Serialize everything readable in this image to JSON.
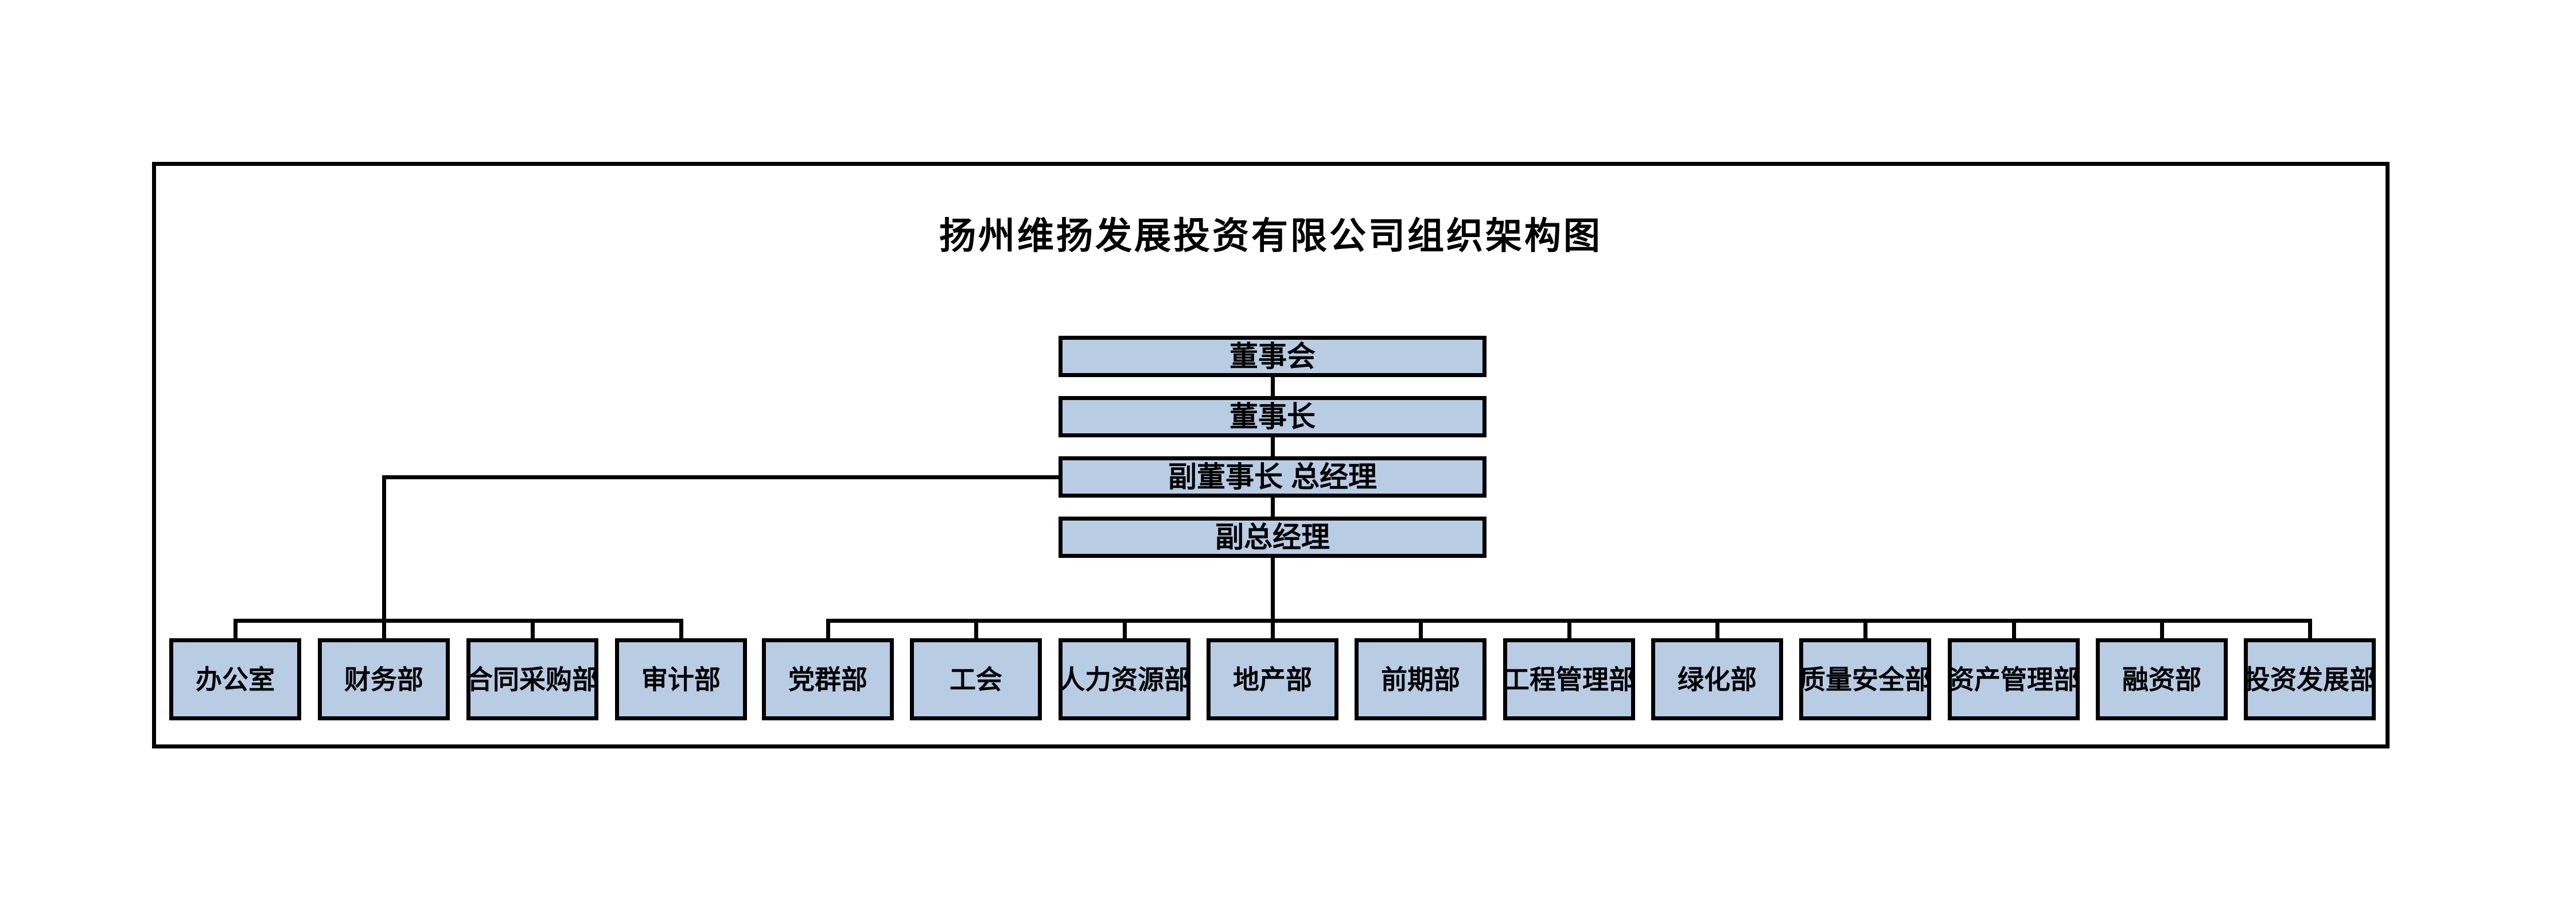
{
  "title": "扬州维扬发展投资有限公司组织架构图",
  "colors": {
    "node_fill": "#b8cce4",
    "node_border": "#000000",
    "connector": "#000000",
    "background": "#ffffff"
  },
  "hierarchy": [
    {
      "label": "董事会"
    },
    {
      "label": "董事长"
    },
    {
      "label": "副董事长 总经理"
    },
    {
      "label": "副总经理"
    }
  ],
  "left_group": {
    "departments": [
      "办公室",
      "财务部",
      "合同采购部",
      "审计部"
    ]
  },
  "right_group": {
    "departments": [
      "党群部",
      "工会",
      "人力资源部",
      "地产部",
      "前期部",
      "工程管理部",
      "绿化部",
      "质量安全部",
      "资产管理部",
      "融资部",
      "投资发展部"
    ]
  }
}
